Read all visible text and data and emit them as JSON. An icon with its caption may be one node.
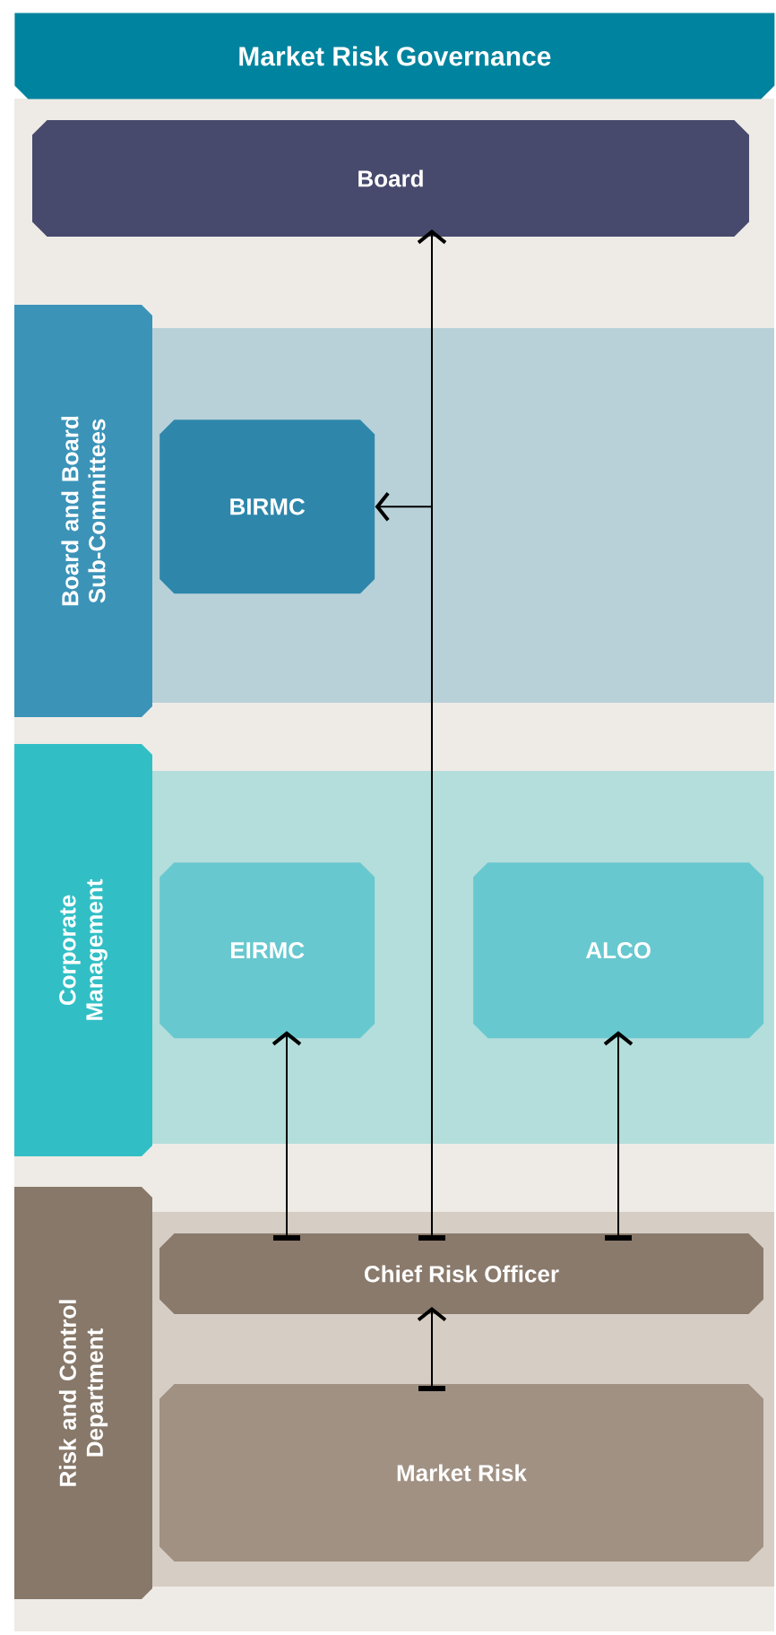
{
  "diagram": {
    "title": "Market Risk Governance",
    "nodes": [
      {
        "text": [
          "Board"
        ]
      },
      {
        "text": [
          "Board and Board Sub-Committees"
        ]
      },
      {
        "text": [
          "BIRMC"
        ],
        "in": 1
      },
      {
        "text": [
          "Corporate Management"
        ]
      },
      {
        "text": [
          "EIRMC"
        ],
        "in": 3
      },
      {
        "text": [
          "ALCO"
        ],
        "in": 3
      },
      {
        "text": [
          "Risk and Control Department"
        ]
      },
      {
        "text": [
          "Chief Risk Officer"
        ],
        "in": 6
      },
      {
        "text": [
          "Market Risk"
        ],
        "in": 6
      }
    ],
    "edges": [
      {
        "from": 7,
        "to": 0,
        "arrow": "to"
      },
      {
        "from": 7,
        "to": 2,
        "arrow": "to"
      },
      {
        "from": 7,
        "to": 4,
        "arrow": "to"
      },
      {
        "from": 7,
        "to": 5,
        "arrow": "to"
      },
      {
        "from": 8,
        "to": 7,
        "arrow": "to"
      }
    ]
  }
}
